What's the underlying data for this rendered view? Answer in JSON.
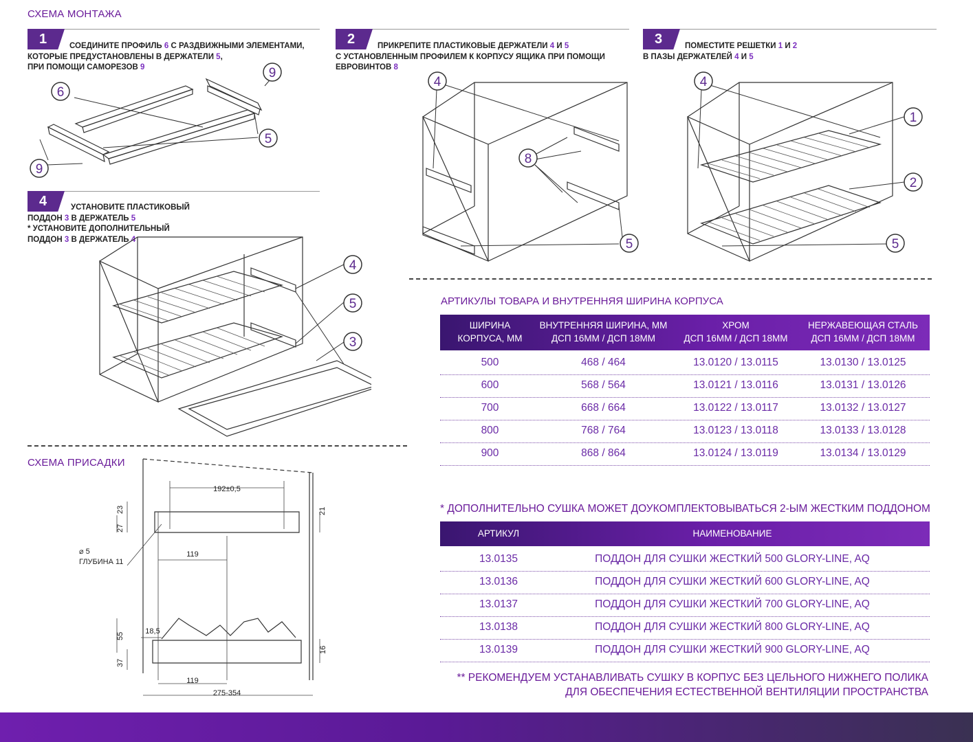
{
  "mount": {
    "title": "СХЕМА МОНТАЖА",
    "steps": [
      {
        "num": "1",
        "text": [
          "Соедините профиль 6 с раздвижными элементами,",
          "которые предустановлены в держатели 5,",
          "при помощи саморезов 9"
        ]
      },
      {
        "num": "2",
        "text": [
          "Прикрепите пластиковые держатели 4 и 5",
          "с установленным профилем к корпусу ящика при помощи",
          "евровинтов 8"
        ]
      },
      {
        "num": "3",
        "text": [
          "Поместите решетки 1 и 2",
          "в пазы держателей 4 и 5"
        ]
      },
      {
        "num": "4",
        "text": [
          "Установите пластиковый",
          "поддон 3 в держатель 5",
          "* установите дополнительный",
          "поддон 3 в держатель 4"
        ]
      }
    ]
  },
  "callouts": {
    "step1": [
      "6",
      "9",
      "5",
      "9"
    ],
    "step2": [
      "4",
      "8",
      "5"
    ],
    "step3": [
      "4",
      "1",
      "2",
      "5"
    ],
    "step4": [
      "4",
      "5",
      "3"
    ]
  },
  "drill": {
    "title": "СХЕМА ПРИСАДКИ",
    "dims": {
      "d1": "192±0,5",
      "d2": "23",
      "d3": "27",
      "d4": "21",
      "d5": "⌀ 5",
      "d6": "ГЛУБИНА 11",
      "d7": "119",
      "d8": "55",
      "d9": "18,5",
      "d10": "37",
      "d11": "16",
      "d12": "119",
      "d13": "275-354"
    }
  },
  "articles": {
    "title": "АРТИКУЛЫ ТОВАРА И ВНУТРЕННЯЯ ШИРИНА КОРПУСА",
    "headers": [
      [
        "ШИРИНА",
        "КОРПУСА, ММ"
      ],
      [
        "ВНУТРЕННЯЯ ШИРИНА, ММ",
        "ДСП 16ММ  /  ДСП 18ММ"
      ],
      [
        "ХРОМ",
        "ДСП 16ММ  /  ДСП 18ММ"
      ],
      [
        "НЕРЖАВЕЮЩАЯ СТАЛЬ",
        "ДСП 16ММ  /  ДСП 18ММ"
      ]
    ],
    "rows": [
      [
        "500",
        "468  /  464",
        "13.0120  /  13.0115",
        "13.0130  /  13.0125"
      ],
      [
        "600",
        "568  /  564",
        "13.0121  /  13.0116",
        "13.0131  /  13.0126"
      ],
      [
        "700",
        "668  /  664",
        "13.0122  /  13.0117",
        "13.0132  /  13.0127"
      ],
      [
        "800",
        "768  /  764",
        "13.0123  /  13.0118",
        "13.0133  /  13.0128"
      ],
      [
        "900",
        "868  /  864",
        "13.0124  /  13.0119",
        "13.0134  /  13.0129"
      ]
    ]
  },
  "tray": {
    "note": "*  ДОПОЛНИТЕЛЬНО СУШКА МОЖЕТ ДОУКОМПЛЕКТОВЫВАТЬСЯ 2-ЫМ ЖЕСТКИМ ПОДДОНОМ",
    "headers": [
      "АРТИКУЛ",
      "НАИМЕНОВАНИЕ"
    ],
    "rows": [
      [
        "13.0135",
        "ПОДДОН ДЛЯ СУШКИ ЖЕСТКИЙ 500 GLORY-LINE, AQ"
      ],
      [
        "13.0136",
        "ПОДДОН ДЛЯ СУШКИ ЖЕСТКИЙ 600 GLORY-LINE, AQ"
      ],
      [
        "13.0137",
        "ПОДДОН ДЛЯ СУШКИ ЖЕСТКИЙ 700 GLORY-LINE, AQ"
      ],
      [
        "13.0138",
        "ПОДДОН ДЛЯ СУШКИ ЖЕСТКИЙ 800 GLORY-LINE, AQ"
      ],
      [
        "13.0139",
        "ПОДДОН ДЛЯ СУШКИ ЖЕСТКИЙ 900 GLORY-LINE, AQ"
      ]
    ],
    "footnote": [
      "** РЕКОМЕНДУЕМ УСТАНАВЛИВАТЬ СУШКУ В КОРПУС БЕЗ ЦЕЛЬНОГО НИЖНЕГО ПОЛИКА",
      "ДЛЯ ОБЕСПЕЧЕНИЯ ЕСТЕСТВЕННОЙ ВЕНТИЛЯЦИИ ПРОСТРАНСТВА"
    ]
  },
  "colors": {
    "accent": "#6a1b9a",
    "header_dark": "#3a1670",
    "header_light": "#7c2bb8"
  }
}
